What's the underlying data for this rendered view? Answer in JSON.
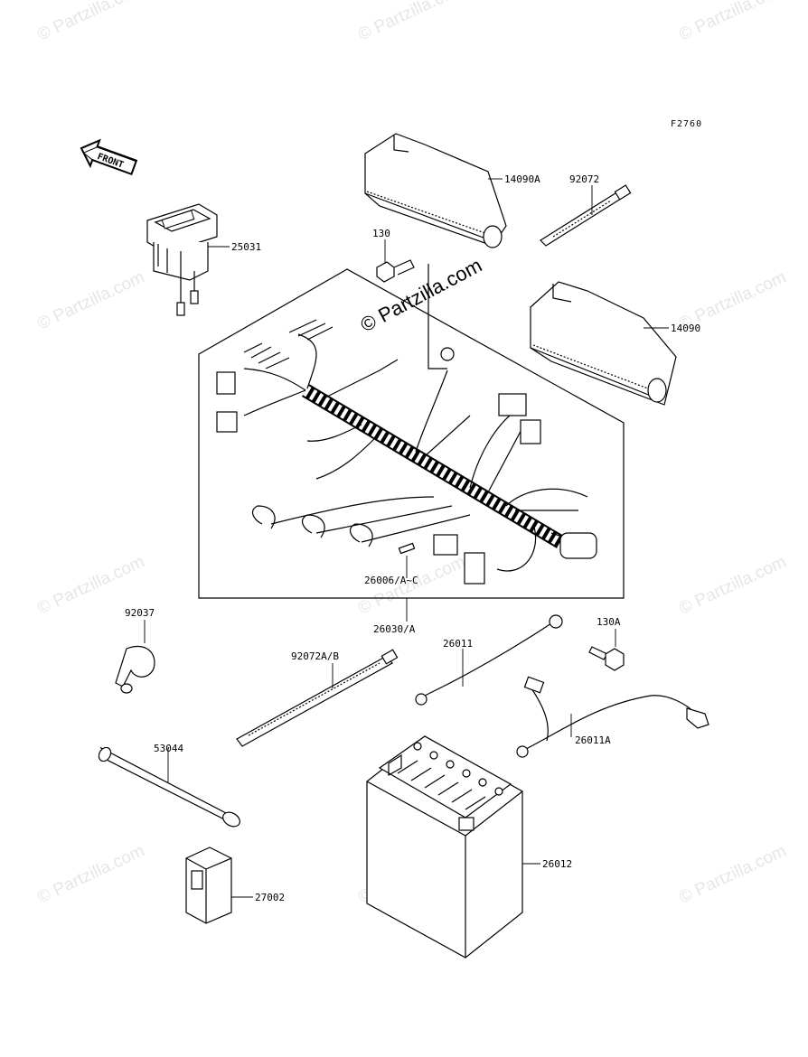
{
  "figure_code": "F2760",
  "front_label": "FRONT",
  "center_watermark": "© Partzilla.com",
  "bg_watermark": "© Partzilla.com",
  "callouts": {
    "p14090A": "14090A",
    "p92072": "92072",
    "p130": "130",
    "p25031": "25031",
    "p14090": "14090",
    "p26006": "26006/A~C",
    "p26030": "26030/A",
    "p92037": "92037",
    "p130A": "130A",
    "p26011": "26011",
    "p92072AB": "92072A/B",
    "p26011A": "26011A",
    "p53044": "53044",
    "p26012": "26012",
    "p27002": "27002"
  }
}
